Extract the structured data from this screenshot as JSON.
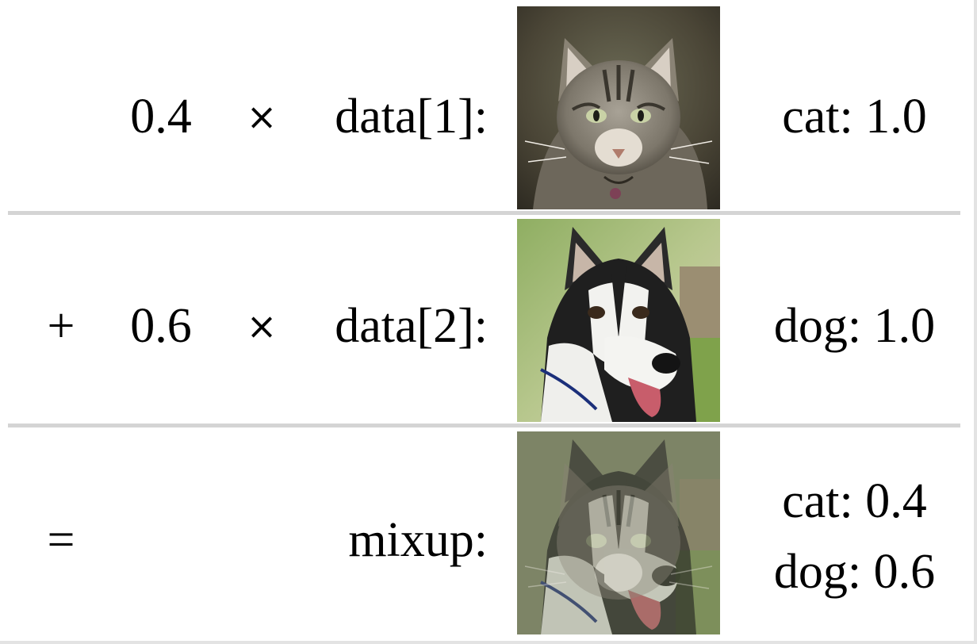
{
  "rows": [
    {
      "operator": "",
      "coefficient": "0.4",
      "times": "×",
      "name": "data[1]:",
      "image": "cat-photo",
      "label": "cat: 1.0"
    },
    {
      "operator": "+",
      "coefficient": "0.6",
      "times": "×",
      "name": "data[2]:",
      "image": "husky-dog-photo",
      "label": "dog: 1.0"
    }
  ],
  "mixup": {
    "operator": "=",
    "name": "mixup:",
    "image": "blended-cat-dog-photo",
    "labels": [
      "cat: 0.4",
      "dog: 0.6"
    ]
  },
  "mix_weights": {
    "cat": 0.4,
    "dog": 0.6
  },
  "colors": {
    "divider": "#d4d4d4",
    "text": "#000000",
    "background": "#ffffff"
  }
}
